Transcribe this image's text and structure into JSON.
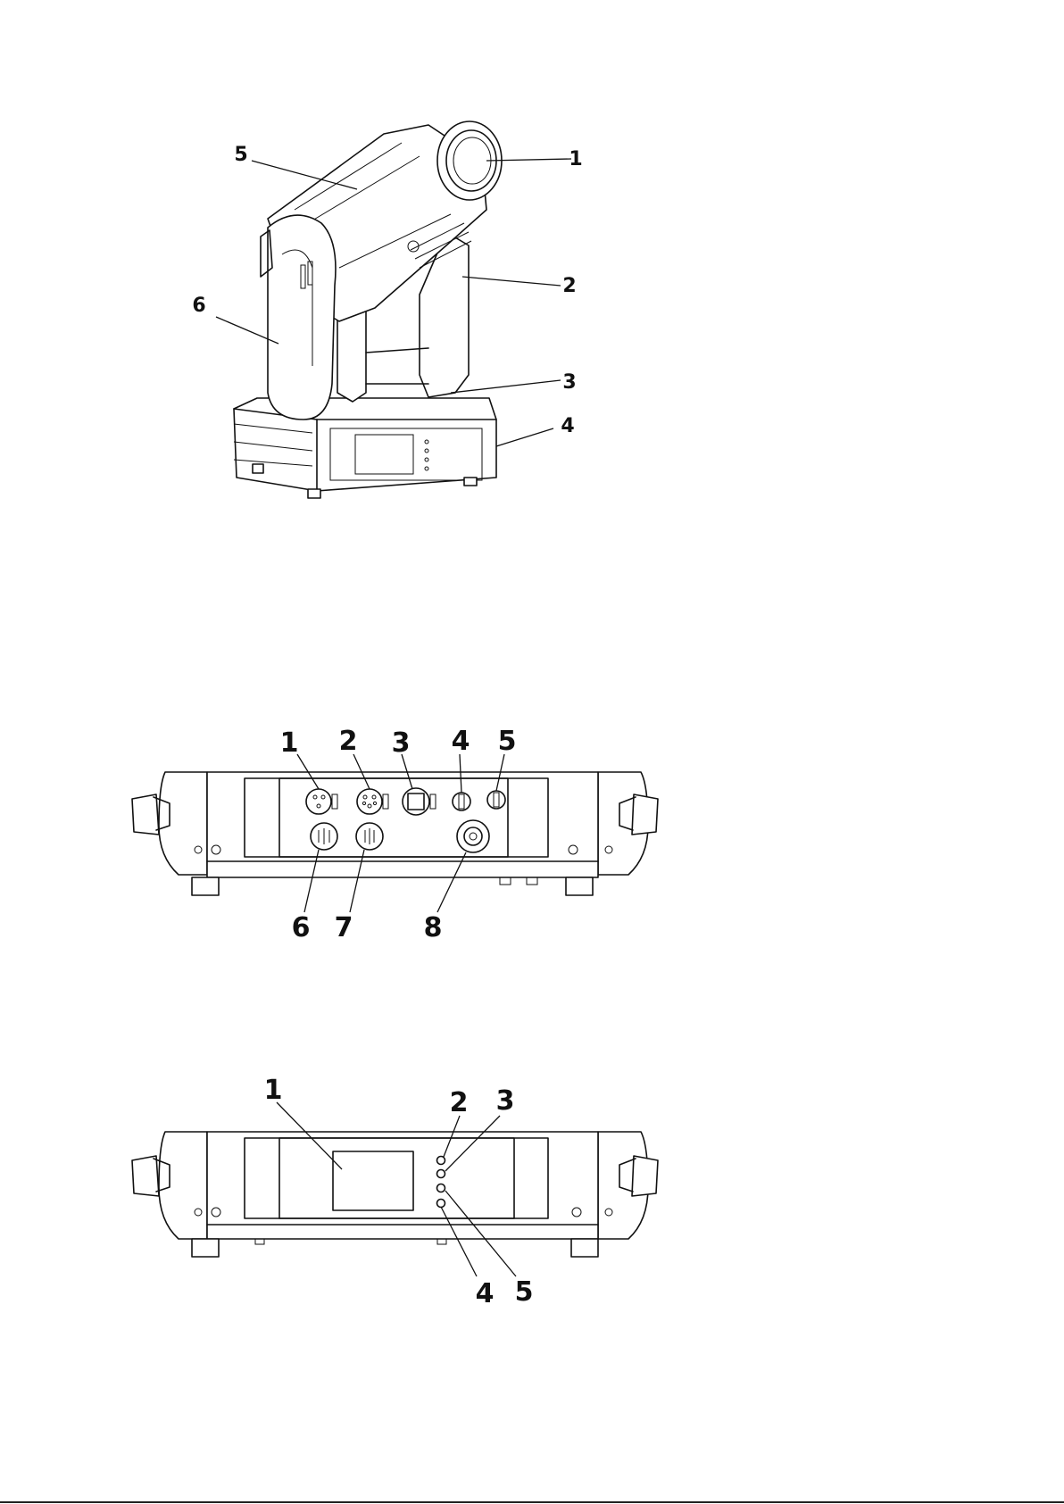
{
  "figures": {
    "fixture_view": {
      "callouts": [
        "1",
        "2",
        "3",
        "4",
        "5",
        "6"
      ]
    },
    "rear_panel": {
      "callouts": [
        "1",
        "2",
        "3",
        "4",
        "5",
        "6",
        "7",
        "8"
      ]
    },
    "front_panel": {
      "callouts": [
        "1",
        "2",
        "3",
        "4",
        "5"
      ]
    }
  }
}
